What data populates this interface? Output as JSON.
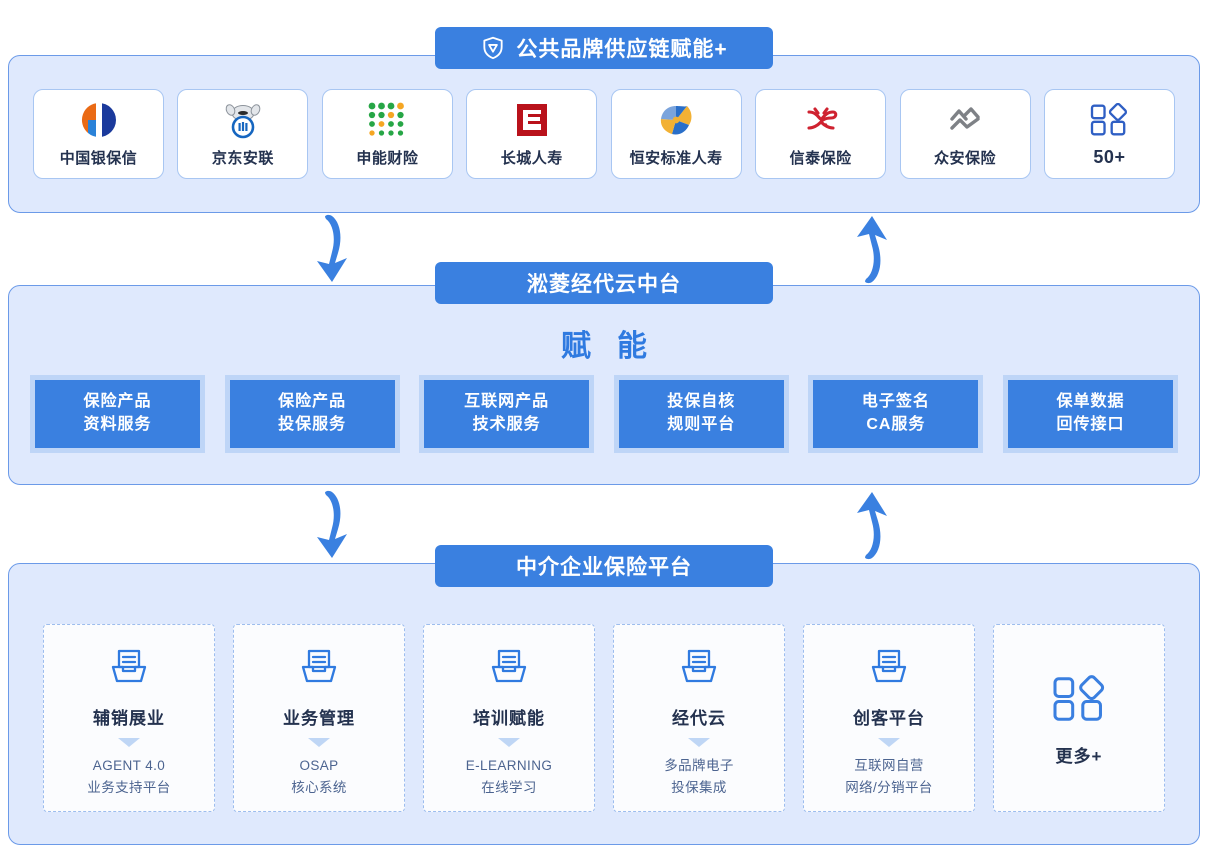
{
  "top": {
    "title": "公共品牌供应链赋能+",
    "title_icon": "shield-icon",
    "brands": [
      {
        "name": "中国银保信",
        "logo": "cbit-logo"
      },
      {
        "name": "京东安联",
        "logo": "jd-allianz-logo"
      },
      {
        "name": "申能财险",
        "logo": "shenergy-logo"
      },
      {
        "name": "长城人寿",
        "logo": "greatwall-life-logo"
      },
      {
        "name": "恒安标准人寿",
        "logo": "heng-an-standard-life-logo"
      },
      {
        "name": "信泰保险",
        "logo": "sinatay-logo"
      },
      {
        "name": "众安保险",
        "logo": "zhongan-logo"
      },
      {
        "name": "50+",
        "logo": "more-grid-icon"
      }
    ]
  },
  "middle": {
    "title": "淞菱经代云中台",
    "headline": "赋能",
    "services": [
      {
        "line1": "保险产品",
        "line2": "资料服务"
      },
      {
        "line1": "保险产品",
        "line2": "投保服务"
      },
      {
        "line1": "互联网产品",
        "line2": "技术服务"
      },
      {
        "line1": "投保自核",
        "line2": "规则平台"
      },
      {
        "line1": "电子签名",
        "line2": "CA服务"
      },
      {
        "line1": "保单数据",
        "line2": "回传接口"
      }
    ]
  },
  "bottom": {
    "title": "中介企业保险平台",
    "platforms": [
      {
        "icon": "inbox-tray-icon",
        "title": "辅销展业",
        "sub1": "AGENT 4.0",
        "sub2": "业务支持平台"
      },
      {
        "icon": "inbox-tray-icon",
        "title": "业务管理",
        "sub1": "OSAP",
        "sub2": "核心系统"
      },
      {
        "icon": "inbox-tray-icon",
        "title": "培训赋能",
        "sub1": "E-LEARNING",
        "sub2": "在线学习"
      },
      {
        "icon": "inbox-tray-icon",
        "title": "经代云",
        "sub1": "多品牌电子",
        "sub2": "投保集成"
      },
      {
        "icon": "inbox-tray-icon",
        "title": "创客平台",
        "sub1": "互联网自营",
        "sub2": "网络/分销平台"
      }
    ],
    "more": {
      "icon": "more-grid-icon",
      "label": "更多+"
    }
  },
  "arrows": [
    {
      "name": "arrow-down-left-top",
      "direction": "down"
    },
    {
      "name": "arrow-up-right-top",
      "direction": "up"
    },
    {
      "name": "arrow-down-left-bottom",
      "direction": "down"
    },
    {
      "name": "arrow-up-right-bottom",
      "direction": "up"
    }
  ],
  "colors": {
    "accent": "#3a80e0",
    "section_bg": "#dfe9fd",
    "section_border": "#6b9ae8",
    "card_border": "#a8c6f2",
    "text_dark": "#24324f",
    "text_sub": "#4c6490",
    "page_bg": "#ffffff"
  }
}
